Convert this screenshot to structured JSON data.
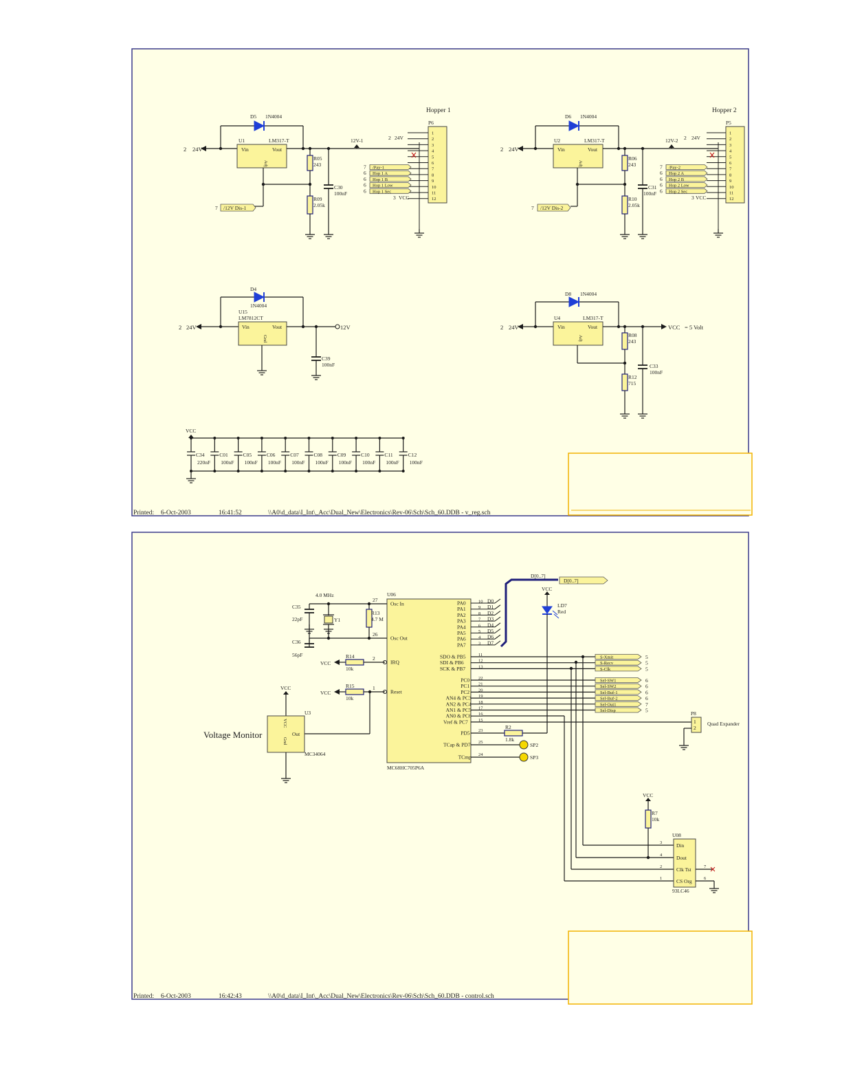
{
  "sheet1": {
    "print_line": {
      "label": "Printed:",
      "date": "6-Oct-2003",
      "time": "16:41:52",
      "path": "\\\\A0\\d_data\\I_Int\\_Acc\\Dual_New\\Electronics\\Rev-06\\Sch\\Sch_60.DDB - v_reg.sch"
    },
    "hopper1": {
      "title": "Hopper 1",
      "connector": "P6",
      "diode": "D5",
      "diode_part": "1N4004",
      "reg": "U1",
      "reg_part": "LM317-T",
      "r_top": "R05",
      "r_top_val": "243",
      "r_bot": "R09",
      "r_bot_val": "2.05k",
      "cap": "C30",
      "cap_val": "100nF",
      "net": "12V-1",
      "in_num": "2",
      "in_net": "24V",
      "dis_num": "7",
      "dis_label": "/12V Dis-1",
      "p24_num": "2",
      "p24_label": "24V",
      "vcc_num": "3",
      "vcc_label": "VCC",
      "ports": [
        {
          "num": "7",
          "label": "/Pay-1"
        },
        {
          "num": "6",
          "label": "Hop 1 A"
        },
        {
          "num": "6",
          "label": "Hop 1 B"
        },
        {
          "num": "6",
          "label": "Hop 1 Low"
        },
        {
          "num": "6",
          "label": "Hop 1 Sec"
        }
      ],
      "pins": [
        "1",
        "2",
        "3",
        "4",
        "5",
        "6",
        "7",
        "8",
        "9",
        "10",
        "11",
        "12"
      ]
    },
    "hopper2": {
      "title": "Hopper 2",
      "connector": "P5",
      "diode": "D6",
      "diode_part": "1N4004",
      "reg": "U2",
      "reg_part": "LM317-T",
      "r_top": "R06",
      "r_top_val": "243",
      "r_bot": "R10",
      "r_bot_val": "2.05k",
      "cap": "C31",
      "cap_val": "100nF",
      "net": "12V-2",
      "in_num": "2",
      "in_net": "24V",
      "dis_num": "7",
      "dis_label": "/12V Dis-2",
      "p24_num": "2",
      "p24_label": "24V",
      "vcc_num": "3",
      "vcc_label": "VCC",
      "ports": [
        {
          "num": "7",
          "label": "/Pay-2"
        },
        {
          "num": "6",
          "label": "Hop 2 A"
        },
        {
          "num": "6",
          "label": "Hop 2 B"
        },
        {
          "num": "6",
          "label": "Hop 2 Low"
        },
        {
          "num": "6",
          "label": "Hop 2 Sec"
        }
      ],
      "pins": [
        "1",
        "2",
        "3",
        "4",
        "5",
        "6",
        "7",
        "8",
        "9",
        "10",
        "11",
        "12"
      ]
    },
    "reg12": {
      "diode": "D4",
      "diode_part": "1N4004",
      "reg": "U15",
      "reg_part": "LM7812CT",
      "cap": "C39",
      "cap_val": "100nF",
      "in_num": "2",
      "in_net": "24V",
      "out_net": "12V"
    },
    "reg5": {
      "diode": "D8",
      "diode_part": "1N4004",
      "reg": "U4",
      "reg_part": "LM317-T",
      "r_top": "R08",
      "r_top_val": "243",
      "r_bot": "R12",
      "r_bot_val": "715",
      "cap": "C33",
      "cap_val": "100nF",
      "in_num": "2",
      "in_net": "24V",
      "out_net": "VCC",
      "out_note": "= 5 Volt"
    },
    "pin_vin": "Vin",
    "pin_vout": "Vout",
    "pin_adj": "Adj",
    "pin_gnd": "Gnd",
    "decoupling": {
      "net": "VCC",
      "caps": [
        {
          "ref": "C34",
          "val": "220nF"
        },
        {
          "ref": "C01",
          "val": "100nF"
        },
        {
          "ref": "C05",
          "val": "100nF"
        },
        {
          "ref": "C06",
          "val": "100nF"
        },
        {
          "ref": "C07",
          "val": "100nF"
        },
        {
          "ref": "C08",
          "val": "100nF"
        },
        {
          "ref": "C09",
          "val": "100nF"
        },
        {
          "ref": "C10",
          "val": "100nF"
        },
        {
          "ref": "C11",
          "val": "100nF"
        },
        {
          "ref": "C12",
          "val": "100nF"
        }
      ]
    }
  },
  "sheet2": {
    "print_line": {
      "label": "Printed:",
      "date": "6-Oct-2003",
      "time": "16:42:43",
      "path": "\\\\A0\\d_data\\I_Int\\_Acc\\Dual_New\\Electronics\\Rev-06\\Sch\\Sch_60.DDB - control.sch"
    },
    "mcu": {
      "ref": "U06",
      "part": "MC68HC705P6A",
      "left_pins": [
        {
          "num": "27",
          "name": "Osc In"
        },
        {
          "num": "26",
          "name": "Osc Out"
        },
        {
          "num": "2",
          "name": "IRQ"
        },
        {
          "num": "1",
          "name": "Reset"
        }
      ],
      "porta": [
        {
          "pin": "PA0",
          "num": "10",
          "net": "D0"
        },
        {
          "pin": "PA1",
          "num": "9",
          "net": "D1"
        },
        {
          "pin": "PA2",
          "num": "8",
          "net": "D2"
        },
        {
          "pin": "PA3",
          "num": "7",
          "net": "D3"
        },
        {
          "pin": "PA4",
          "num": "6",
          "net": "D4"
        },
        {
          "pin": "PA5",
          "num": "5",
          "net": "D5"
        },
        {
          "pin": "PA6",
          "num": "4",
          "net": "D6"
        },
        {
          "pin": "PA7",
          "num": "3",
          "net": "D7"
        }
      ],
      "portb": [
        {
          "pin": "SDO & PB5",
          "num": "11"
        },
        {
          "pin": "SDI & PB6",
          "num": "12"
        },
        {
          "pin": "SCK & PB7",
          "num": "13"
        }
      ],
      "portc": [
        {
          "pin": "PC0",
          "num": "22"
        },
        {
          "pin": "PC1",
          "num": "21"
        },
        {
          "pin": "PC2",
          "num": "20"
        },
        {
          "pin": "AN4 & PC3",
          "num": "19"
        },
        {
          "pin": "AN2 & PC4",
          "num": "18"
        },
        {
          "pin": "AN1 & PC5",
          "num": "17"
        },
        {
          "pin": "AN0 & PC6",
          "num": "16"
        },
        {
          "pin": "Vref & PC7",
          "num": "15"
        }
      ],
      "other": [
        {
          "pin": "PD5",
          "num": "23"
        },
        {
          "pin": "TCap & PD7",
          "num": "25"
        },
        {
          "pin": "TCmp",
          "num": "24"
        }
      ]
    },
    "bus_label": "D[0..7]",
    "bus_port": "D[0..7]",
    "crystal": {
      "freq": "4.0 MHz",
      "ref": "Y1",
      "r_ref": "R13",
      "r_val": "4.7 M",
      "c1": "C35",
      "c1_val": "22pF",
      "c2": "C36",
      "c2_val": "56pF"
    },
    "r14": {
      "ref": "R14",
      "val": "10k",
      "net": "VCC"
    },
    "r15": {
      "ref": "R15",
      "val": "10k",
      "net": "VCC"
    },
    "led": {
      "ref": "LD7",
      "val": "Red",
      "net": "VCC",
      "r": "R2",
      "r_val": "1.8k"
    },
    "sp2": "SP2",
    "sp3": "SP3",
    "ports_b": [
      {
        "label": "S-Xmit",
        "num": "5"
      },
      {
        "label": "S-Recv",
        "num": "5"
      },
      {
        "label": "S-Clk",
        "num": "5"
      }
    ],
    "ports_c": [
      {
        "label": "Sel-SW1",
        "num": "6"
      },
      {
        "label": "Sel-SW2",
        "num": "6"
      },
      {
        "label": "Sel-Buf-1",
        "num": "6"
      },
      {
        "label": "Sel-Buf-2",
        "num": "6"
      },
      {
        "label": "Sel-Out1",
        "num": "7"
      },
      {
        "label": "Sel-Disp",
        "num": "5"
      }
    ],
    "monitor": {
      "title": "Voltage Monitor",
      "ref": "U3",
      "part": "MC34064",
      "net": "VCC",
      "pin_vcc": "VCC",
      "pin_out": "Out",
      "pin_gnd": "Gnd"
    },
    "expander": {
      "ref": "P8",
      "label": "Quad Expander",
      "pins": [
        "1",
        "2"
      ]
    },
    "eeprom": {
      "ref": "U08",
      "part": "93LC46",
      "r": "R7",
      "r_val": "10k",
      "net": "VCC",
      "pins": [
        {
          "num": "3",
          "name": "Din"
        },
        {
          "num": "4",
          "name": "Dout"
        },
        {
          "num": "2",
          "name": "Clk Tst",
          "rnum": "7"
        },
        {
          "num": "1",
          "name": "CS Org",
          "rnum": "6"
        }
      ]
    }
  }
}
